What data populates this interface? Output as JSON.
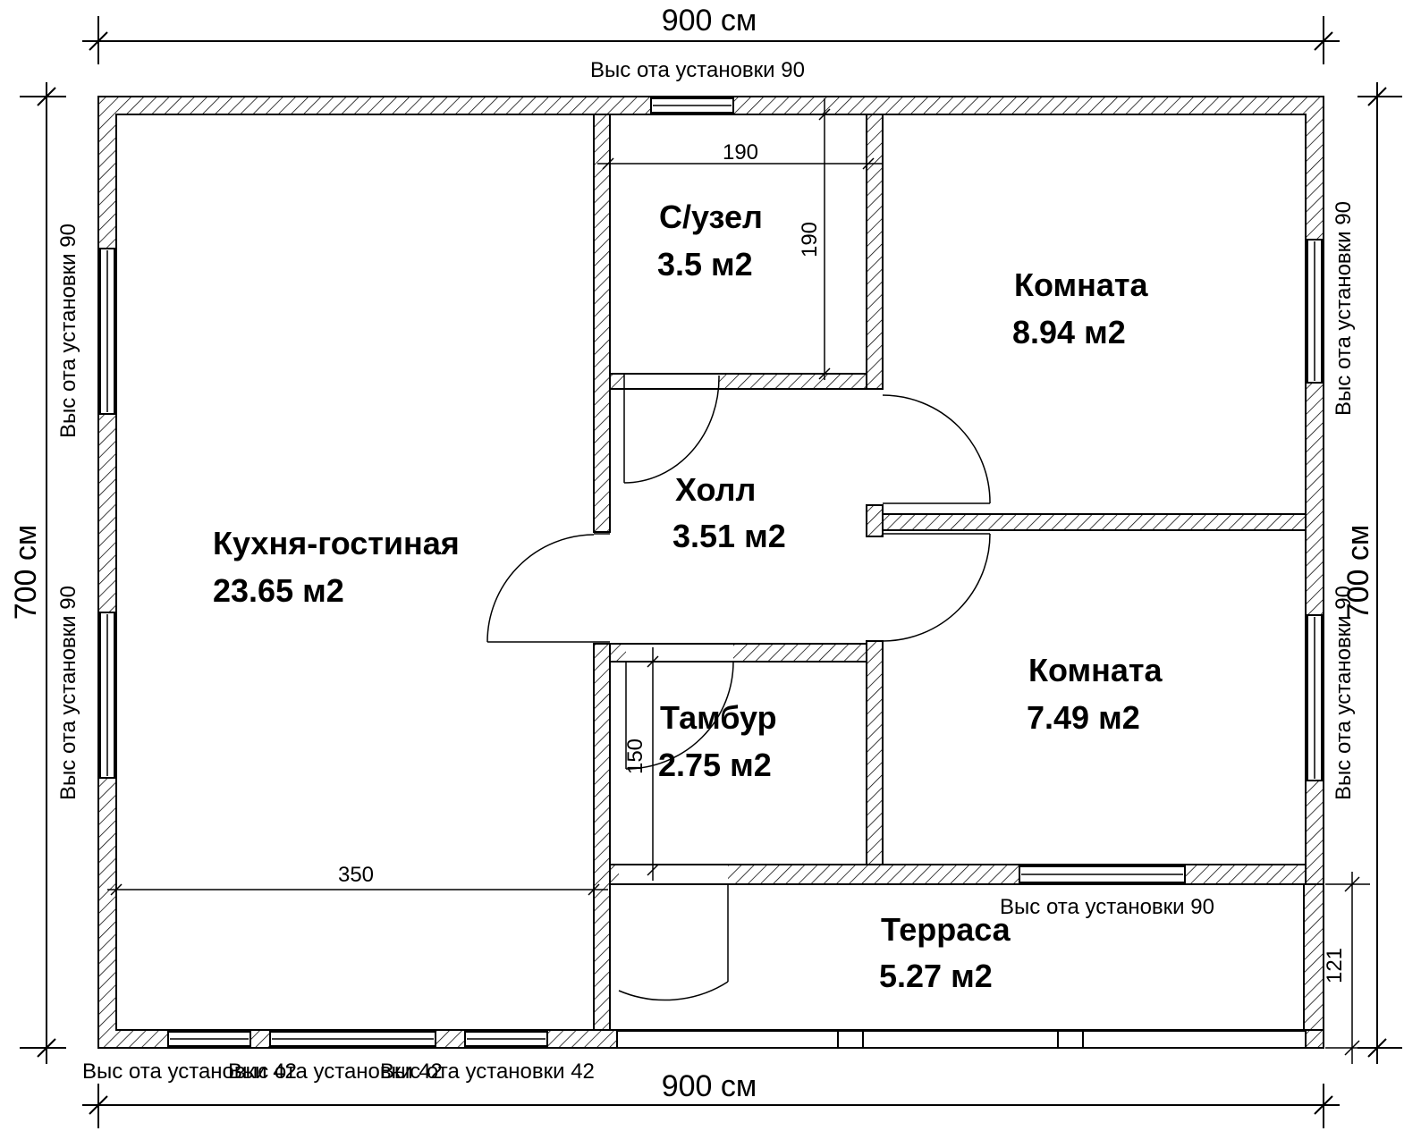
{
  "dimensions": {
    "width_top": "900 см",
    "width_bottom": "900 см",
    "height_left": "700 см",
    "height_right": "700 см",
    "bathroom_width": "190",
    "bathroom_height": "190",
    "kitchen_width": "350",
    "vestibule_height": "150",
    "terrace_depth": "121"
  },
  "rooms": {
    "kitchen": {
      "name": "Кухня-гостиная",
      "area": "23.65 м2"
    },
    "bathroom": {
      "name": "С/узел",
      "area": "3.5 м2"
    },
    "room1": {
      "name": "Комната",
      "area": "8.94 м2"
    },
    "hall": {
      "name": "Холл",
      "area": "3.51 м2"
    },
    "room2": {
      "name": "Комната",
      "area": "7.49 м2"
    },
    "vestibule": {
      "name": "Тамбур",
      "area": "2.75 м2"
    },
    "terrace": {
      "name": "Терраса",
      "area": "5.27 м2"
    }
  },
  "windows": {
    "top": "Выс ота установки 90",
    "left_upper": "Выс ота установки 90",
    "left_lower": "Выс ота установки 90",
    "right_upper": "Выс ота установки 90",
    "right_lower": "Выс ота установки 90",
    "room2_bottom": "Выс ота установки 90",
    "bottom_1": "Выс ота установки 42",
    "bottom_2": "Выс ота установки 42",
    "bottom_3": "Выс ота установки 42"
  }
}
